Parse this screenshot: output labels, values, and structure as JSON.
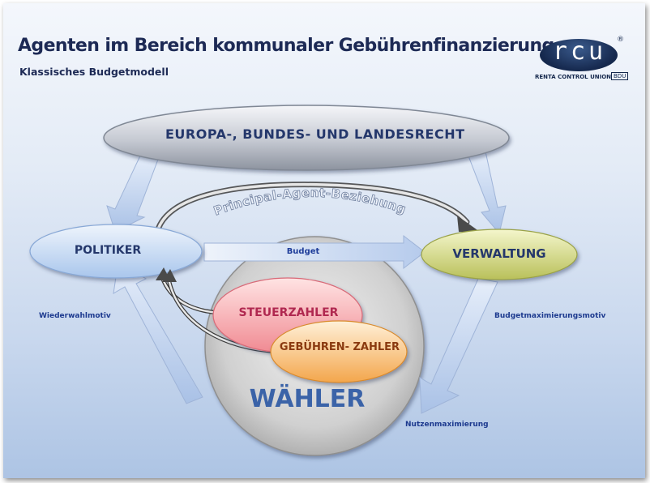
{
  "header": {
    "title": "Agenten im Bereich kommunaler Gebührenfinanzierung",
    "subtitle": "Klassisches Budgetmodell"
  },
  "logo": {
    "text": "rcu",
    "registered": "®",
    "subline": "RENTA CONTROL UNION",
    "badge": "BDU"
  },
  "diagram": {
    "law": "EUROPA-, BUNDES- UND LANDESRECHT",
    "principal_agent": "Principal-Agent-Beziehung",
    "politiker": "POLITIKER",
    "verwaltung": "VERWALTUNG",
    "budget": "Budget",
    "steuerzahler": "STEUERZAHLER",
    "gebuehrenzahler": "GEBÜHREN- ZAHLER",
    "waehler": "WÄHLER",
    "wiederwahl": "Wiederwahlmotiv",
    "budgetmax": "Budgetmaximierungsmotiv",
    "nutzenmax": "Nutzenmaximierung"
  },
  "colors": {
    "title": "#1d2a55",
    "label_blue": "#1d3a8f",
    "steuerzahler_fill": "#f7a9ae",
    "gebuehren_fill": "#f9c07a",
    "verwaltung_fill": "#d9df8f",
    "politiker_fill": "#c8dcf5"
  }
}
